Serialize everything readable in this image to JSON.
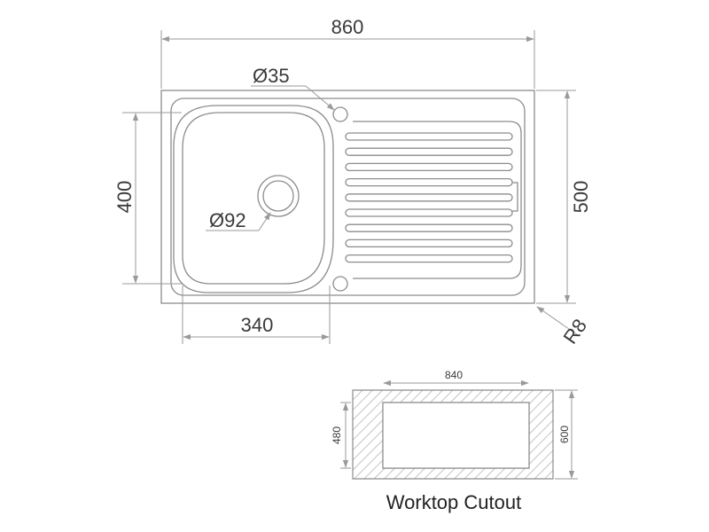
{
  "sink": {
    "width_label": "860",
    "depth_label": "500",
    "bowl_depth_label": "400",
    "bowl_width_label": "340",
    "tap_hole_label": "Ø35",
    "drain_label": "Ø92",
    "corner_radius_label": "R8"
  },
  "cutout": {
    "title": "Worktop Cutout",
    "inner_width_label": "840",
    "inner_height_label": "480",
    "outer_height_label": "600"
  },
  "colors": {
    "line": "#8c8c8c",
    "dim_line": "#9a9a9a",
    "text": "#3a3a3a",
    "hatch": "#aaaaaa"
  }
}
